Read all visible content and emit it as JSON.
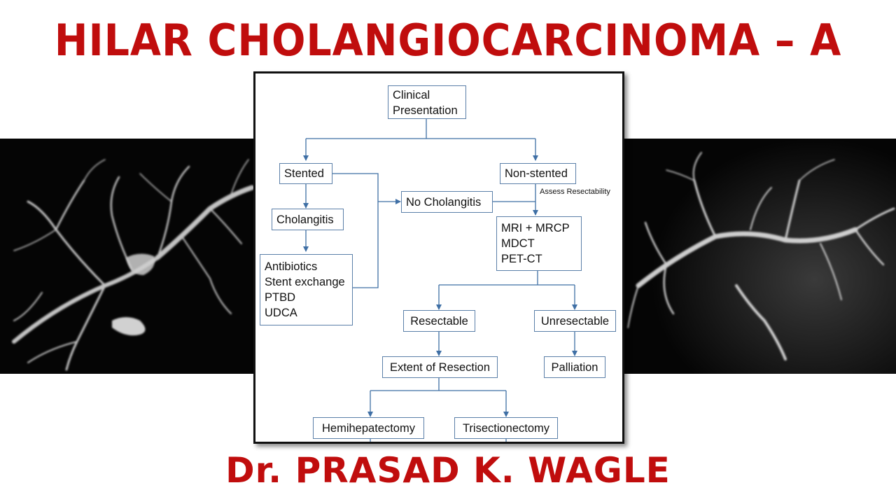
{
  "title": "HILAR  CHOLANGIOCARCINOMA – A  PRIMER",
  "author": "Dr. PRASAD  K.  WAGLE",
  "flowchart": {
    "clinical": [
      "Clinical",
      "Presentation"
    ],
    "stented": "Stented",
    "non_stented": "Non-stented",
    "cholangitis": "Cholangitis",
    "no_cholangitis": "No Cholangitis",
    "assess": [
      "Assess",
      "Resectability"
    ],
    "treatment": [
      "Antibiotics",
      "Stent exchange",
      "PTBD",
      "UDCA"
    ],
    "imaging": [
      "MRI + MRCP",
      "MDCT",
      "PET-CT"
    ],
    "resectable": "Resectable",
    "unresectable": "Unresectable",
    "extent": "Extent of Resection",
    "palliation": "Palliation",
    "hemihepatectomy": "Hemihepatectomy",
    "trisectionectomy": "Trisectionectomy"
  },
  "colors": {
    "title_red": "#c00d0d",
    "box_border": "#5b7fa8",
    "arrow": "#3f6fa5",
    "band": "#050505"
  }
}
